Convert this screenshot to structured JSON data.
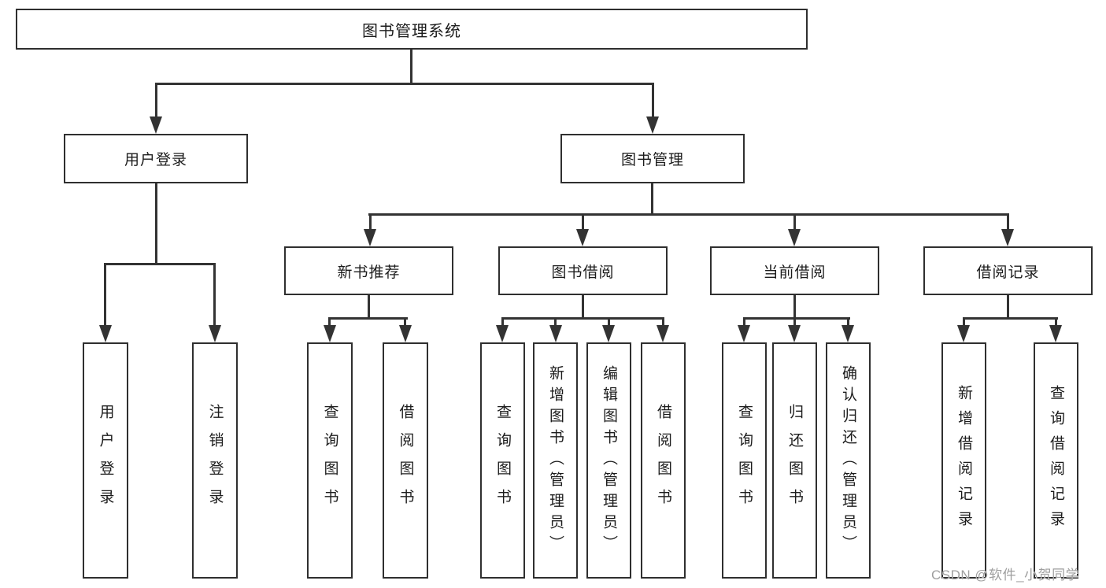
{
  "tree": {
    "root": {
      "label": "图书管理系统"
    },
    "level2": [
      {
        "label": "用户登录",
        "children": [
          {
            "label": "用户登录"
          },
          {
            "label": "注销登录"
          }
        ]
      },
      {
        "label": "图书管理",
        "children": [
          {
            "label": "新书推荐",
            "children": [
              {
                "label": "查询图书"
              },
              {
                "label": "借阅图书"
              }
            ]
          },
          {
            "label": "图书借阅",
            "children": [
              {
                "label": "查询图书"
              },
              {
                "label": "新增图书（管理员）"
              },
              {
                "label": "编辑图书（管理员）"
              },
              {
                "label": "借阅图书"
              }
            ]
          },
          {
            "label": "当前借阅",
            "children": [
              {
                "label": "查询图书"
              },
              {
                "label": "归还图书"
              },
              {
                "label": "确认归还（管理员）"
              }
            ]
          },
          {
            "label": "借阅记录",
            "children": [
              {
                "label": "新增借阅记录"
              },
              {
                "label": "查询借阅记录"
              }
            ]
          }
        ]
      }
    ]
  },
  "watermark": {
    "text": "CSDN @软件_小贺同学"
  },
  "colors": {
    "line": "#333333",
    "box_border": "#2f2f2f",
    "text": "#1c1c1c",
    "watermark_text": "#9e9e9e",
    "background": "#ffffff"
  }
}
